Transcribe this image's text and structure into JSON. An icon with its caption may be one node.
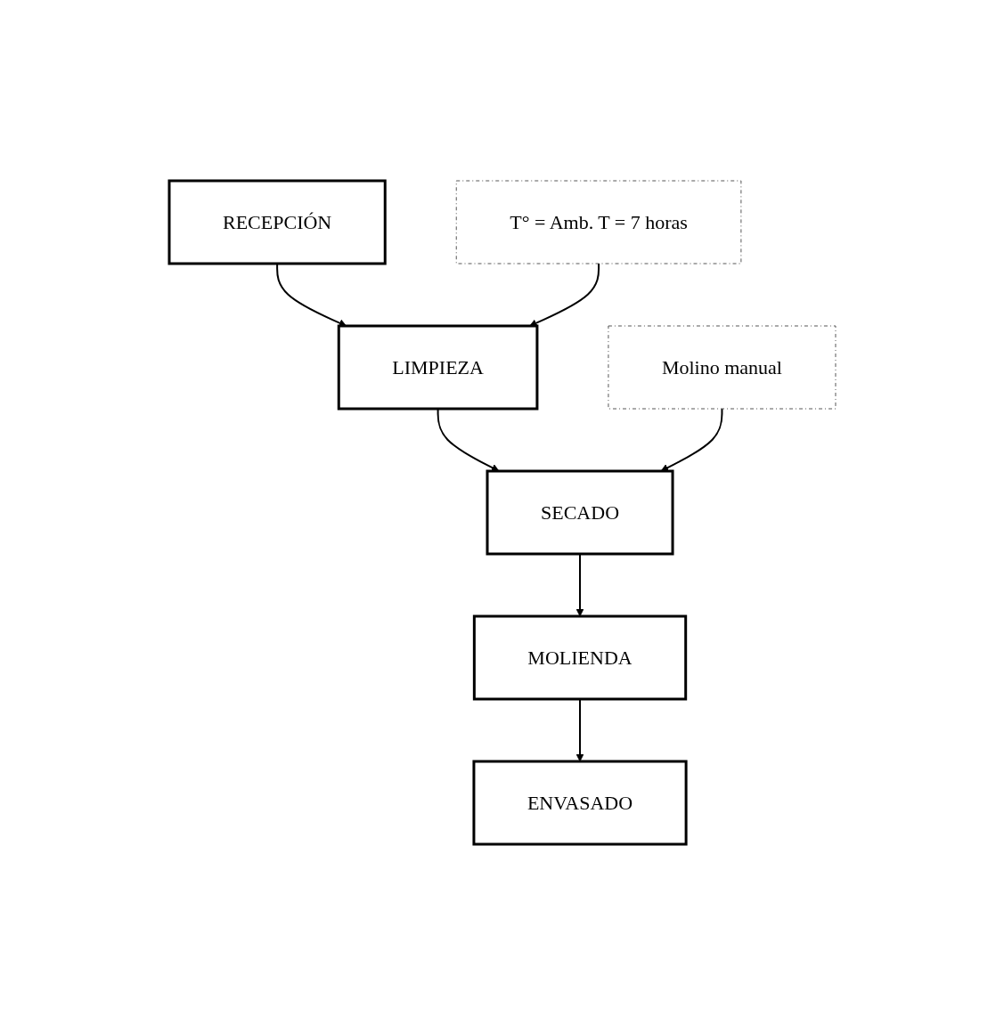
{
  "diagram": {
    "nodes": [
      {
        "text": [
          "RECEPCIÓN"
        ]
      },
      {
        "text": [
          "T° = Amb. T = 7 horas"
        ]
      },
      {
        "text": [
          "LIMPIEZA"
        ]
      },
      {
        "text": [
          "SECADO"
        ]
      },
      {
        "text": [
          "Molino manual"
        ]
      },
      {
        "text": [
          "MOLIENDA"
        ]
      },
      {
        "text": [
          "ENVASADO"
        ]
      }
    ],
    "edges": [
      {
        "from": 0,
        "to": 2,
        "arrow": "to"
      },
      {
        "from": 1,
        "to": 2,
        "arrow": "to"
      },
      {
        "from": 2,
        "to": 3,
        "arrow": "to"
      },
      {
        "from": 4,
        "to": 3,
        "arrow": "to"
      },
      {
        "from": 3,
        "to": 5,
        "arrow": "to"
      },
      {
        "from": 5,
        "to": 6,
        "arrow": "to"
      }
    ]
  }
}
